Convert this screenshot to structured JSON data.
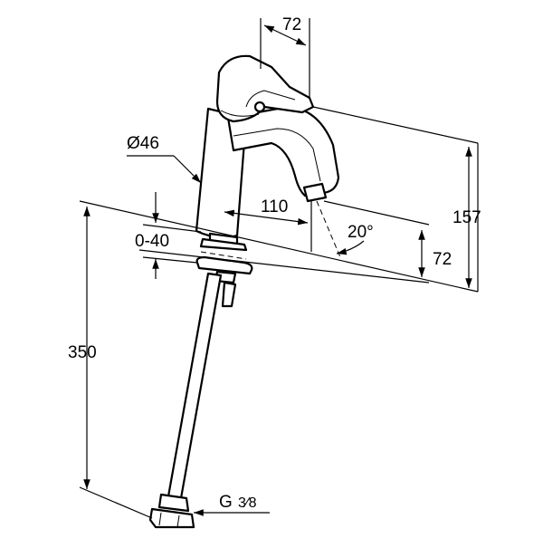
{
  "dimensions": {
    "lever_length": "72",
    "body_diameter": "Ø46",
    "spout_reach": "110",
    "spout_angle": "20°",
    "height_total": "157",
    "spout_height": "72",
    "mount_thickness": "0-40",
    "hose_length": "350",
    "connection_thread": "G",
    "connection_thread_fraction": "3⁄8"
  }
}
